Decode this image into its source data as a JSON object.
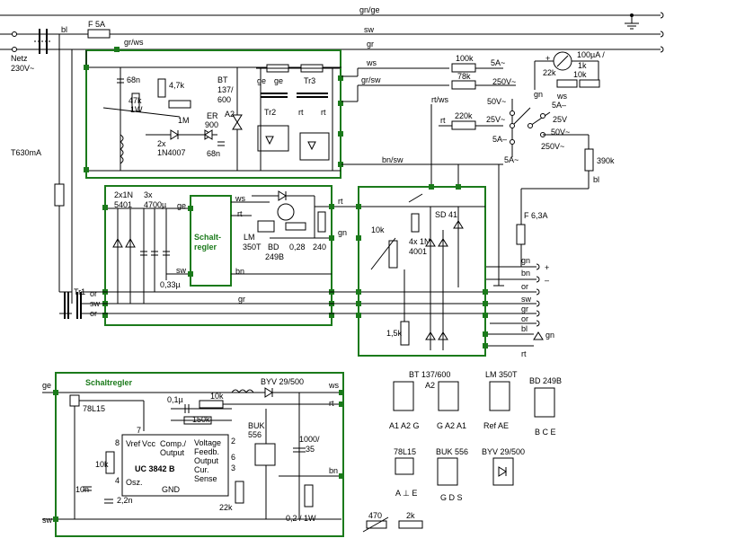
{
  "wires_top": {
    "gnge": "gn/ge",
    "sw": "sw",
    "gr": "gr",
    "bl": "bl",
    "grws": "gr/ws",
    "F5A": "F 5A"
  },
  "mains": {
    "netz": "Netz",
    "volt": "230V~",
    "t630": "T630mA"
  },
  "regulator": {
    "c68n": "68n",
    "r47k": "47k",
    "r1w": "1W",
    "r47k2": "4,7k",
    "p1m": "1M",
    "diodes": "2x",
    "n4007": "1N4007",
    "er900_a": "ER",
    "er900_b": "900",
    "c68n2": "68n",
    "bt137_a": "BT",
    "bt137_b": "137/",
    "bt137_c": "600",
    "a2": "A2",
    "tr2": "Tr2",
    "tr3": "Tr3",
    "ge1": "ge",
    "ge2": "ge",
    "rt1": "rt",
    "rt2": "rt"
  },
  "meter": {
    "ws": "ws",
    "grsw": "gr/sw",
    "rtws": "rt/ws",
    "rt": "rt",
    "bnsw": "bn/sw",
    "r100k": "100k",
    "r78k": "78k",
    "r220k": "220k",
    "r22k": "22k",
    "r1k": "1k",
    "r10k": "10k",
    "r390k": "390k",
    "s5a1": "5A~",
    "s250v1": "250V~",
    "s50v1": "50V~",
    "s25v1": "25V~",
    "s5a2": "5A–",
    "s25v2": "25V",
    "s50v2": "50V~",
    "s250v2": "250V~",
    "s5a3": "5A~",
    "s5a4": "5A–",
    "uA": "100µA /",
    "gn": "gn",
    "ws2": "ws",
    "bl": "bl",
    "plus": "+"
  },
  "supply": {
    "d2x": "2x1N",
    "d5401": "5401",
    "c3x": "3x",
    "c4700": "4700µ",
    "ge": "ge",
    "sw": "sw",
    "c033": "0,33µ",
    "schalt1": "Schalt-",
    "schalt2": "regler",
    "ws": "ws",
    "rt": "rt",
    "rt2": "rt",
    "bn": "bn",
    "gn": "gn",
    "lm_a": "LM",
    "lm_b": "350T",
    "bd_a": "BD",
    "bd_b": "249B",
    "r028": "0,28",
    "r240": "240"
  },
  "outsec": {
    "r10k": "10k",
    "d4x": "4x 1N",
    "d4001": "4001",
    "sd41": "SD 41",
    "r15k": "1,5k",
    "f63": "F 6,3A",
    "gn": "gn",
    "bn": "bn",
    "bl": "bl",
    "gn2": "gn",
    "rt": "rt"
  },
  "bus": {
    "or1": "or",
    "sw": "sw",
    "gr": "gr",
    "or2": "or",
    "tr1": "Tr1",
    "rt": "rt"
  },
  "out_labels": {
    "gn": "gn",
    "bn": "bn",
    "or1": "or",
    "sw": "sw",
    "gr": "gr",
    "or2": "or",
    "plus": "+",
    "minus": "–"
  },
  "schaltregler": {
    "title": "Schaltregler",
    "ge": "ge",
    "rt": "rt",
    "ws": "ws",
    "bn": "bn",
    "sw": "sw",
    "ic78": "78L15",
    "c01": "0,1µ",
    "r10k": "10k",
    "r150k": "150k",
    "byv": "BYV 29/500",
    "buk_a": "BUK",
    "buk_b": "556",
    "c1000": "1000/",
    "c35": "35",
    "pin7": "7",
    "pin8": "8",
    "pin4": "4",
    "pin2": "2",
    "pin6": "6",
    "pin3": "3",
    "vref": "Vref",
    "vcc": "Vcc",
    "comp": "Comp./",
    "output": "Output",
    "voltage": "Voltage",
    "feedb": "Feedb.",
    "out2": "Output",
    "cur": "Cur.",
    "sense": "Sense",
    "osz": "Osz.",
    "gnd": "GND",
    "ic": "UC 3842 B",
    "r10k2": "10k",
    "c10n": "10n",
    "c22n": "2,2n",
    "r22k": "22k",
    "r02": "0,2 / 1W"
  },
  "pinouts": {
    "bt_name": "BT 137/600",
    "bt_pins": "A1 A2 G",
    "bt_a2": "A2",
    "bt_pins2": "G A2 A1",
    "lm_name": "LM 350T",
    "lm_pins": "Ref AE",
    "bd_name": "BD 249B",
    "bd_pins": "B C E",
    "l78_name": "78L15",
    "l78_pins": "A ⊥ E",
    "buk_name": "BUK 556",
    "buk_pins": "G D S",
    "byv_name": "BYV 29/500",
    "r470": "470",
    "r2k": "2k"
  }
}
